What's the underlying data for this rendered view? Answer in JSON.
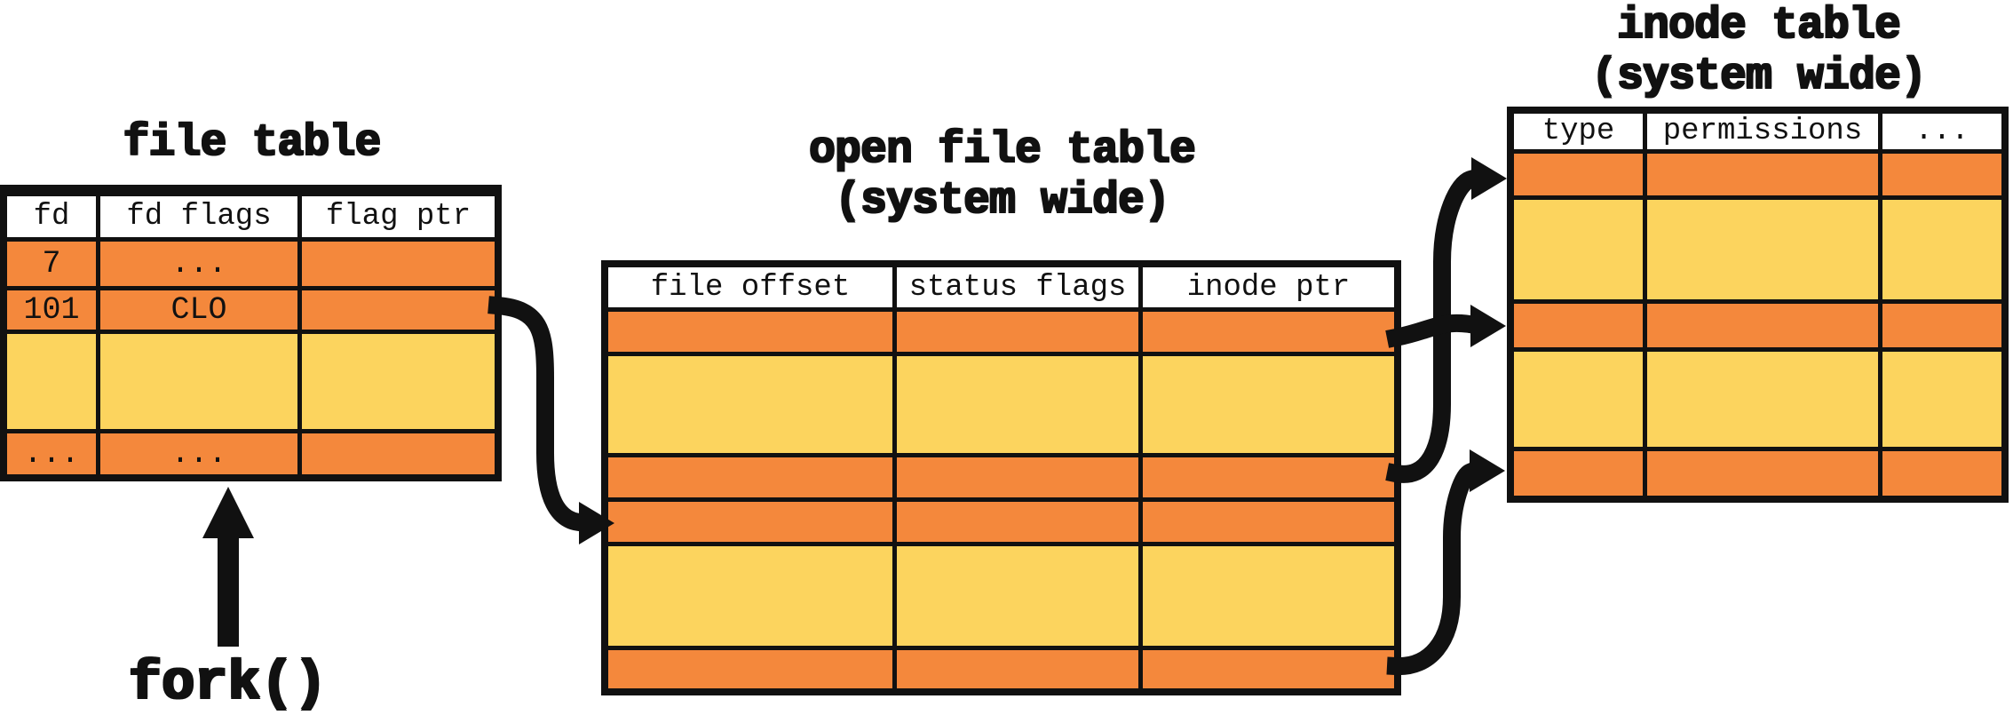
{
  "colors": {
    "orange": "#f4883c",
    "yellow": "#fcd45e",
    "ink": "#111111",
    "paper": "#ffffff"
  },
  "fd_table": {
    "title": "file table",
    "headers": [
      "fd",
      "fd flags",
      "flag ptr"
    ],
    "rows": [
      [
        "7",
        "...",
        ""
      ],
      [
        "101",
        "CLO",
        ""
      ],
      [
        "",
        "",
        ""
      ],
      [
        "...",
        "...",
        ""
      ]
    ],
    "row_colors": [
      "orange",
      "orange",
      "yellow",
      "orange"
    ]
  },
  "open_file_table": {
    "title_line1": "open file table",
    "title_line2": "(system wide)",
    "headers": [
      "file offset",
      "status flags",
      "inode ptr"
    ],
    "rows": [
      [
        "",
        "",
        ""
      ],
      [
        "",
        "",
        ""
      ],
      [
        "",
        "",
        ""
      ],
      [
        "",
        "",
        ""
      ],
      [
        "",
        "",
        ""
      ],
      [
        "",
        "",
        ""
      ]
    ],
    "row_colors": [
      "orange",
      "yellow",
      "orange",
      "orange",
      "yellow",
      "orange"
    ]
  },
  "inode_table": {
    "title_line1": "inode table",
    "title_line2": "(system wide)",
    "headers": [
      "type",
      "permissions",
      "..."
    ],
    "rows": [
      [
        "",
        "",
        ""
      ],
      [
        "",
        "",
        ""
      ],
      [
        "",
        "",
        ""
      ],
      [
        "",
        "",
        ""
      ],
      [
        "",
        "",
        ""
      ]
    ],
    "row_colors": [
      "orange",
      "yellow",
      "orange",
      "yellow",
      "orange"
    ]
  },
  "fork_label": "fork()",
  "connections": [
    {
      "from": "fork()",
      "to": "file table"
    },
    {
      "from": "file table / row fd=101 flag ptr",
      "to": "open file table / row 4"
    },
    {
      "from": "open file table / row 1",
      "to": "inode table / row 3"
    },
    {
      "from": "open file table / row 3",
      "to": "inode table / row 1"
    },
    {
      "from": "open file table / row 6",
      "to": "inode table / row 5"
    }
  ]
}
